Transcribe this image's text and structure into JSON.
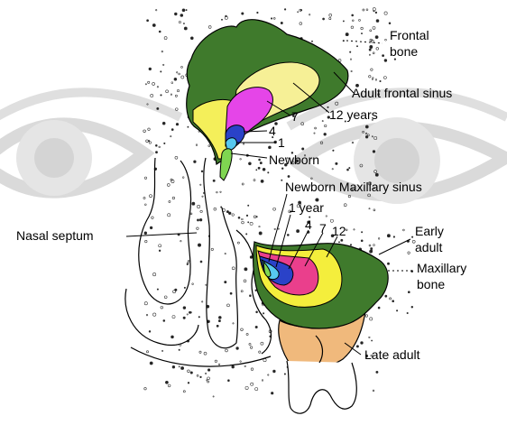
{
  "labels": {
    "frontal_bone_1": "Frontal",
    "frontal_bone_2": "bone",
    "adult_frontal_sinus": "Adult frontal sinus",
    "twelve_years": "12 years",
    "seven": "7",
    "four": "4",
    "one": "1",
    "newborn": "Newborn",
    "newborn_maxillary_sinus": "Newborn Maxillary sinus",
    "one_year": "1 year",
    "max_four": "4",
    "max_seven": "7",
    "max_twelve": "12",
    "early_adult_1": "Early",
    "early_adult_2": "adult",
    "maxillary_bone_1": "Maxillary",
    "maxillary_bone_2": "bone",
    "nasal_septum": "Nasal septum",
    "late_adult": "Late adult"
  },
  "colors": {
    "adult": "#3f7a2c",
    "twelve_years": "#f6f096",
    "late_adult_frontal": "#f4ef5a",
    "seven_years": "#e545e8",
    "max_seven": "#ea3f8c",
    "four_years": "#2a42c8",
    "one_year": "#57c8f0",
    "newborn": "#7fd651",
    "late_adult": "#f0b97c",
    "maxillary_yellow": "#f4ee3c",
    "eye_watermark": "#d9d9d9"
  }
}
